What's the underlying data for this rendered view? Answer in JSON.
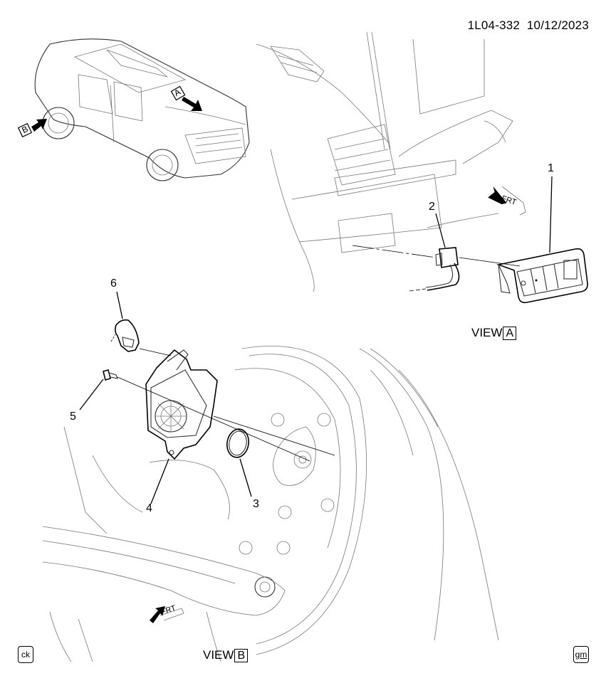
{
  "header": {
    "illustration_id": "1L04-332",
    "date": "10/12/2023"
  },
  "overview": {
    "arrow_labels": [
      "A",
      "B"
    ]
  },
  "callouts": [
    {
      "number": "1",
      "part": "switch-assembly"
    },
    {
      "number": "2",
      "part": "electrical-connector"
    },
    {
      "number": "3",
      "part": "seal-ring"
    },
    {
      "number": "4",
      "part": "sensor-module"
    },
    {
      "number": "5",
      "part": "bolt"
    },
    {
      "number": "6",
      "part": "wiring-harness-connector"
    }
  ],
  "views": {
    "a": {
      "label": "VIEW",
      "letter": "A"
    },
    "b": {
      "label": "VIEW",
      "letter": "B"
    }
  },
  "frt_indicators": [
    {
      "text": "FRT",
      "location": "view-a"
    },
    {
      "text": "FRT",
      "location": "view-b"
    }
  ],
  "footer": {
    "left_badge": "ck",
    "right_badge": "gm"
  },
  "colors": {
    "ink": "#000000",
    "line_light": "#777777",
    "background": "#ffffff"
  }
}
